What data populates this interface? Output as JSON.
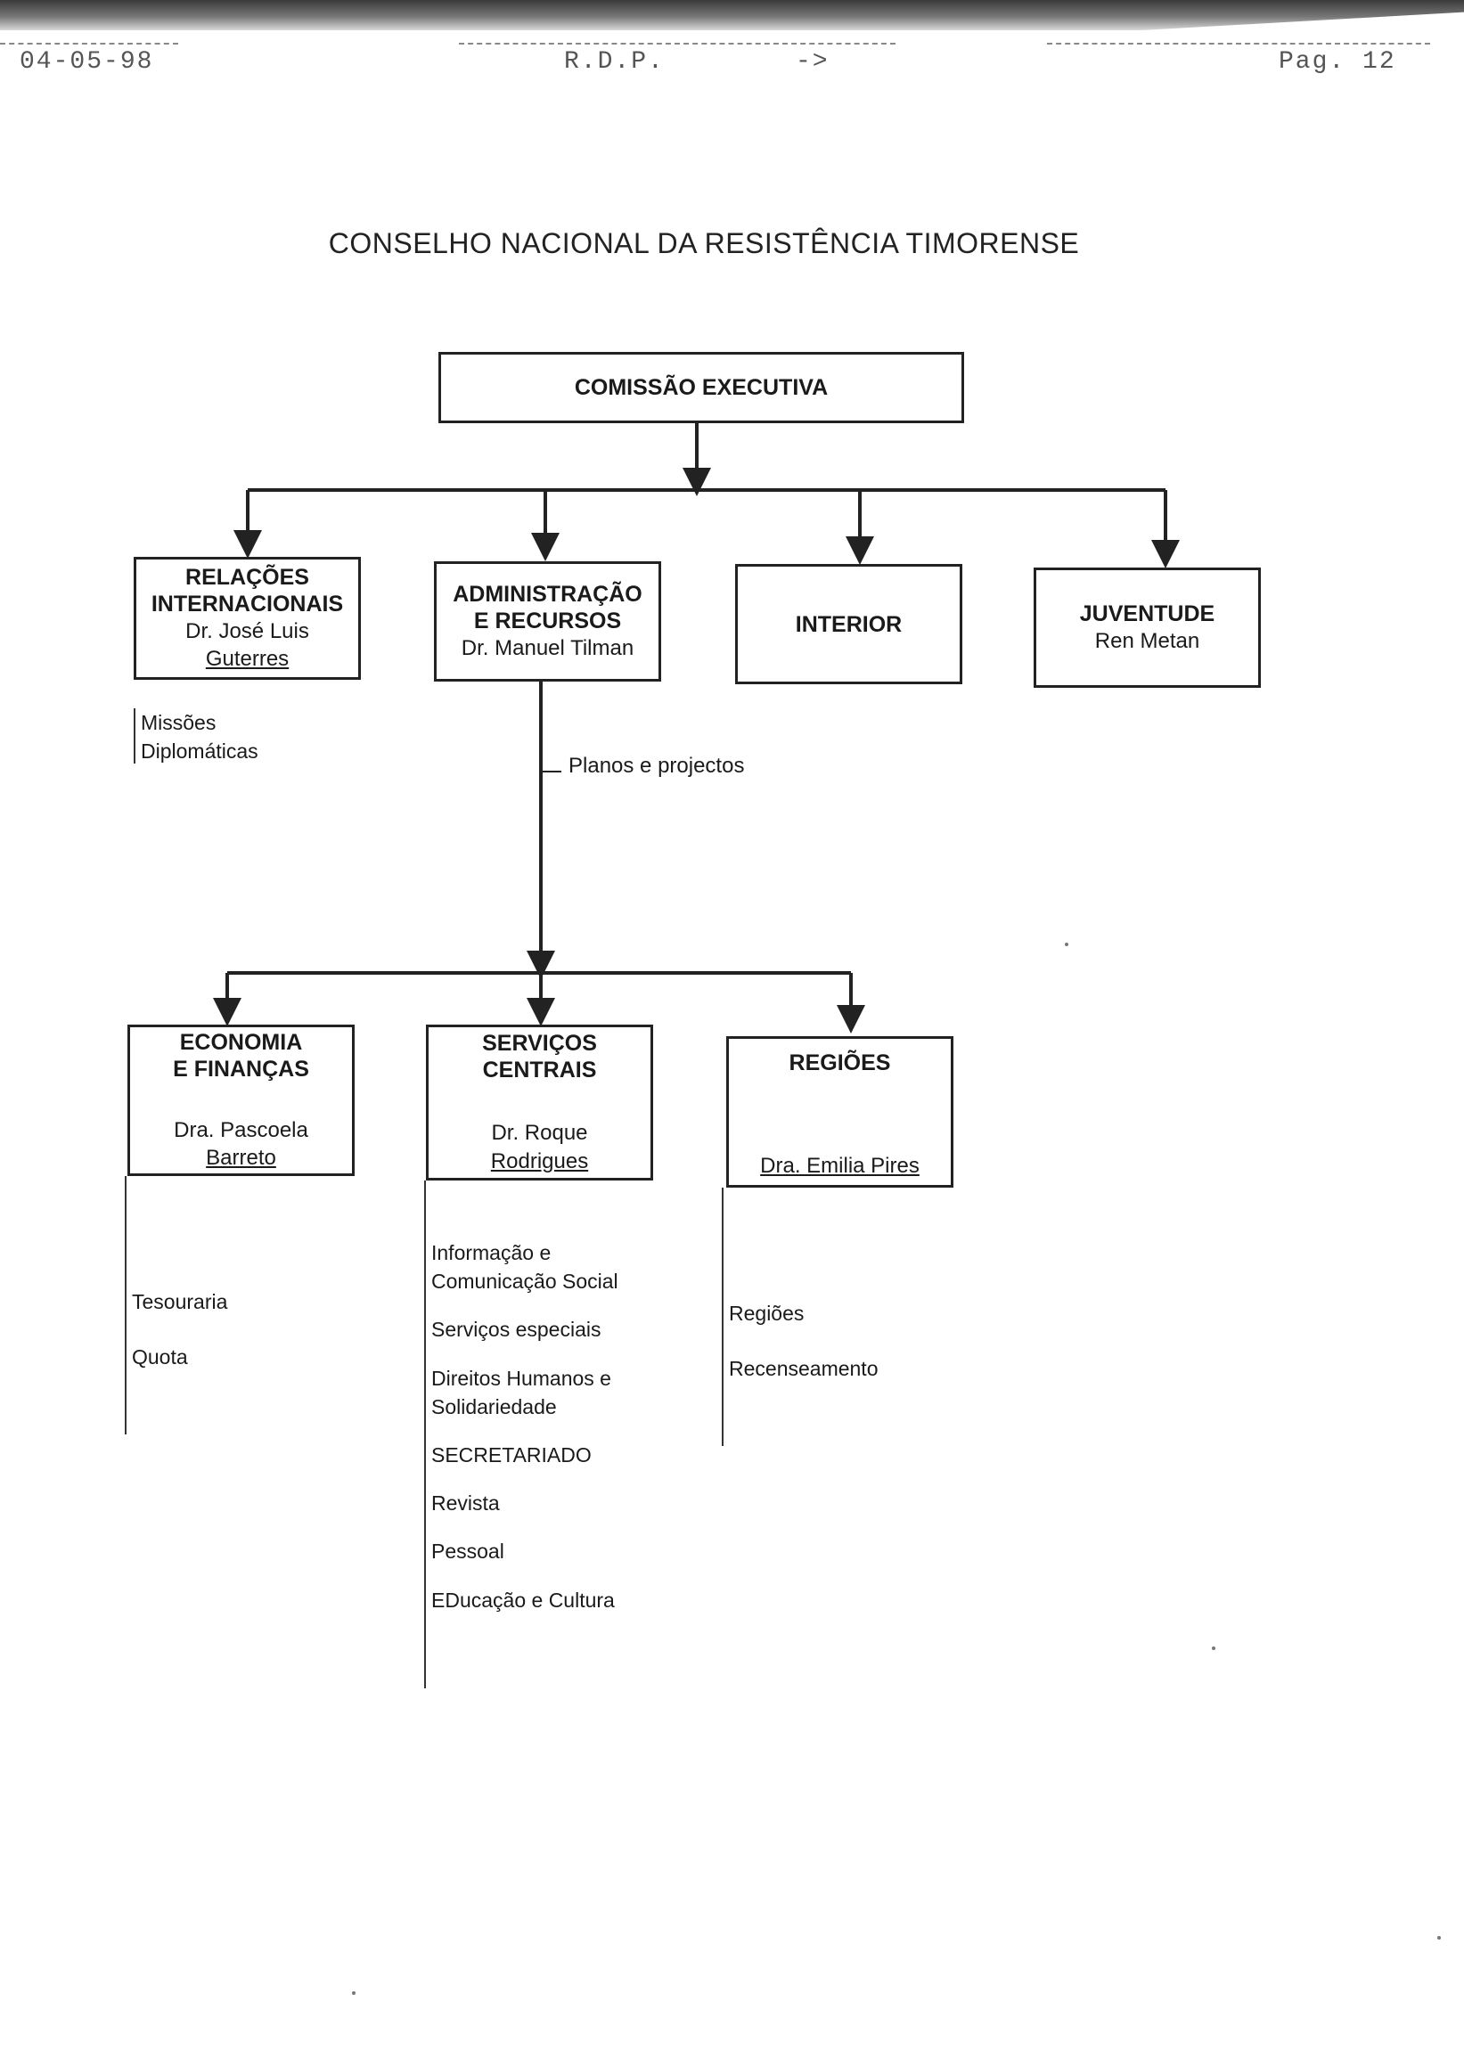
{
  "fax_header": {
    "date": "04-05-98",
    "sender": "R.D.P.",
    "arrow": "->",
    "page": "Pag. 12"
  },
  "title": "CONSELHO NACIONAL DA RESISTÊNCIA TIMORENSE",
  "top_node": {
    "title": "COMISSÃO EXECUTIVA"
  },
  "departments": [
    {
      "title_lines": [
        "RELAÇÕES",
        "INTERNACIONAIS"
      ],
      "person_lines": [
        "Dr. José Luis",
        "Guterres"
      ],
      "subitems": [
        "Missões",
        "Diplomáticas"
      ]
    },
    {
      "title_lines": [
        "ADMINISTRAÇÃO",
        "E RECURSOS"
      ],
      "person_lines": [
        "Dr. Manuel Tilman"
      ]
    },
    {
      "title_lines": [
        "INTERIOR"
      ]
    },
    {
      "title_lines": [
        "JUVENTUDE"
      ],
      "person_lines": [
        "Ren Metan"
      ]
    }
  ],
  "connector_label": "Planos e projectos",
  "subdepartments": [
    {
      "title_lines": [
        "ECONOMIA",
        "E FINANÇAS"
      ],
      "person_lines": [
        "Dra. Pascoela",
        "Barreto"
      ],
      "subitems": [
        "Tesouraria",
        "Quota"
      ]
    },
    {
      "title_lines": [
        "SERVIÇOS",
        "CENTRAIS"
      ],
      "person_lines": [
        "Dr. Roque",
        "Rodrigues"
      ],
      "subitems": [
        [
          "Informação e",
          "Comunicação Social"
        ],
        [
          "Serviços especiais"
        ],
        [
          "Direitos Humanos e",
          "Solidariedade"
        ],
        [
          "SECRETARIADO"
        ],
        [
          "Revista"
        ],
        [
          "Pessoal"
        ],
        [
          "EDucação e Cultura"
        ]
      ]
    },
    {
      "title_lines": [
        "REGIÕES"
      ],
      "person_lines": [
        "Dra. Emilia Pires"
      ],
      "subitems": [
        "Regiões",
        "Recenseamento"
      ]
    }
  ],
  "colors": {
    "ink": "#222222",
    "paper": "#ffffff",
    "fax_gray": "#555555"
  }
}
